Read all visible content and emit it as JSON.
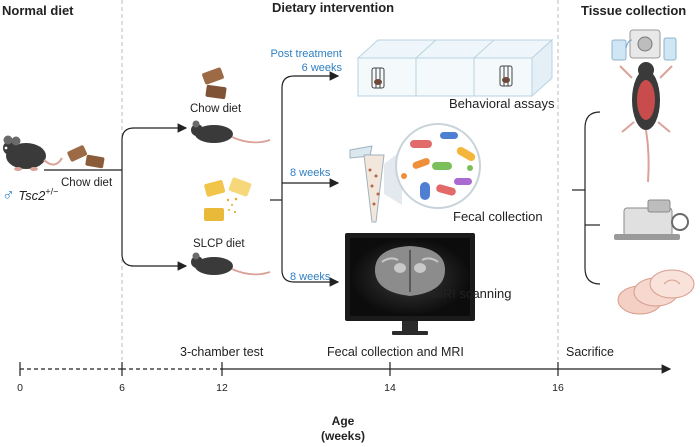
{
  "sections": {
    "normal": "Normal diet",
    "intervention": "Dietary intervention",
    "tissue": "Tissue collection"
  },
  "mouse": {
    "sex_symbol": "♂",
    "genotype": "Tsc2",
    "genotype_sup": "+/−",
    "chow_label": "Chow diet"
  },
  "diets": {
    "chow": "Chow diet",
    "slcp": "SLCP diet"
  },
  "branches": {
    "top_line1": "Post treatment",
    "top_line2": "6 weeks",
    "middle": "8 weeks",
    "bottom": "8 weeks"
  },
  "outcomes": {
    "behavior": "Behavioral assays",
    "fecal": "Fecal collection",
    "mri": "MRI scanning"
  },
  "timeline": {
    "phases": {
      "three_chamber": "3-chamber test",
      "fecal_mri": "Fecal collection and MRI",
      "sacrifice": "Sacrifice"
    },
    "ticks": [
      "0",
      "6",
      "12",
      "14",
      "16"
    ],
    "axis_label_line1": "Age",
    "axis_label_line2": "(weeks)"
  },
  "colors": {
    "blue_accent": "#2f7fc1",
    "mouse_dark": "#3a3a3a",
    "pellet_brown": "#9c6b45",
    "slcp_yellow": "#f0c54a"
  }
}
